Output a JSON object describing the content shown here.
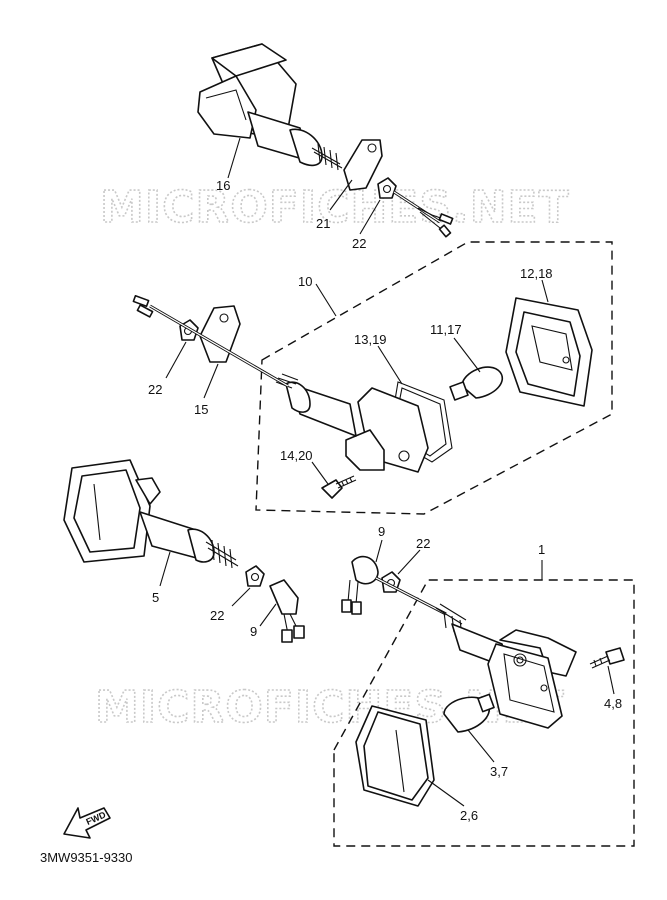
{
  "watermarks": [
    "MICROFICHES.NET",
    "MICROFICHES.NET"
  ],
  "labels": {
    "p16": "16",
    "p21": "21",
    "p22a": "22",
    "p10": "10",
    "p12_18": "12,18",
    "p13_19": "13,19",
    "p11_17": "11,17",
    "p22b": "22",
    "p15": "15",
    "p14_20": "14,20",
    "p5": "5",
    "p22c": "22",
    "p9a": "9",
    "p9b": "9",
    "p22d": "22",
    "p1": "1",
    "p4_8": "4,8",
    "p3_7": "3,7",
    "p2_6": "2,6"
  },
  "fwd_label": "FWD",
  "diagram_code": "3MW9351-9330"
}
